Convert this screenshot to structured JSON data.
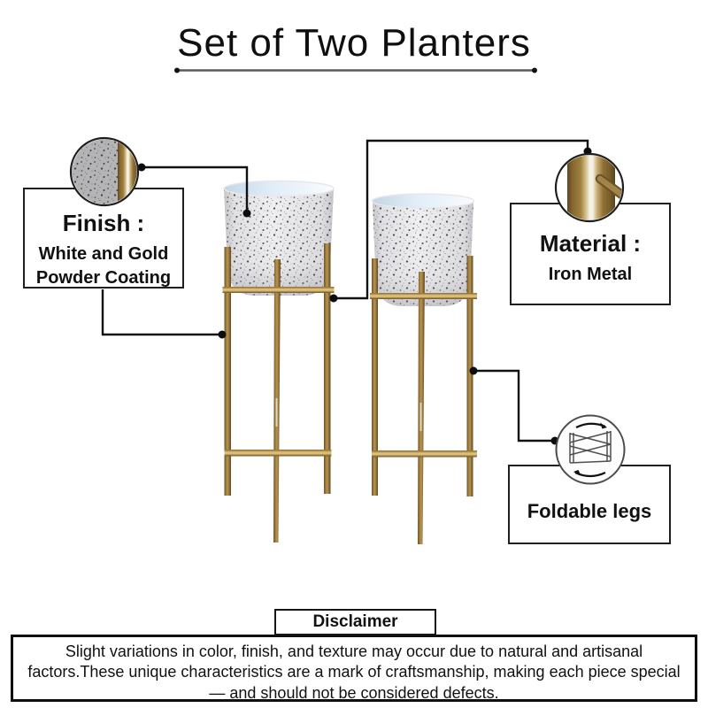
{
  "title": "Set of Two Planters",
  "callouts": {
    "finish": {
      "heading": "Finish :",
      "line1": "White and Gold",
      "line2": "Powder Coating"
    },
    "material": {
      "heading": "Material :",
      "body": "Iron Metal"
    },
    "foldable": {
      "label": "Foldable legs"
    }
  },
  "disclaimer": {
    "label": "Disclaimer",
    "text": "Slight variations in color, finish, and texture may occur due to natural and artisanal factors.These unique characteristics are a mark of craftsmanship, making each piece special — and should not be considered defects."
  },
  "icons": {
    "finish_detail": "pot-texture-zoom-icon",
    "material_detail": "gold-pole-zoom-icon",
    "foldable": "folding-legs-rotation-icon"
  },
  "colors": {
    "line": "#111111",
    "box_border": "#1f1f1f",
    "gold": "#9c7c42",
    "gold_dark": "#6a5126",
    "gold_light": "#d8bd7a",
    "pot_base": "#ececee",
    "pot_rim_blue": "#d9e7f3",
    "speckle": "#222222",
    "underline": "#5a5a5a"
  }
}
